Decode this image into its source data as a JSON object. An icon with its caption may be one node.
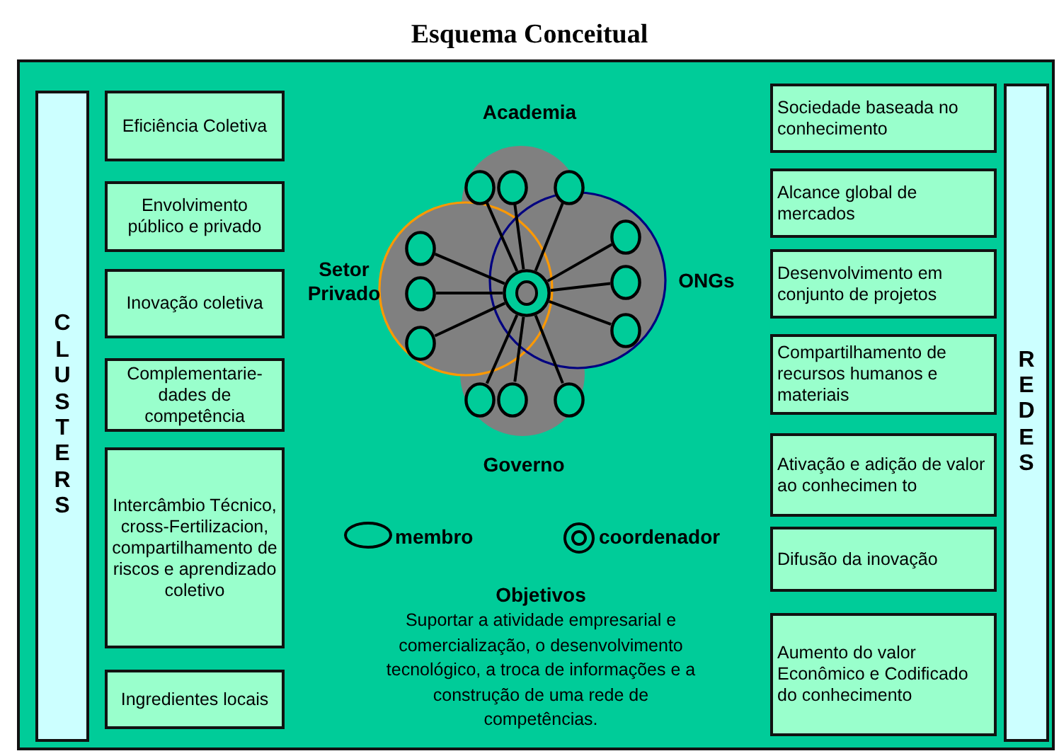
{
  "diagram": {
    "title": "Esquema Conceitual",
    "nodes": [
      {
        "text": [],
        "shape": "box"
      },
      {
        "text": [
          "CLUSTERS"
        ],
        "in": 0
      },
      {
        "text": [
          "Eficiência Coletiva"
        ],
        "in": 0
      },
      {
        "text": [
          "Envolvimento público e privado"
        ],
        "in": 0
      },
      {
        "text": [
          "Inovação coletiva"
        ],
        "in": 0
      },
      {
        "text": [
          "Complementarie-dades de competência"
        ],
        "in": 0
      },
      {
        "text": [
          "Intercâmbio Técnico, cross-Fertilizacion, compartilhamento de riscos e aprendizado coletivo"
        ],
        "in": 0
      },
      {
        "text": [
          "Ingredientes locais"
        ],
        "in": 0
      },
      {
        "text": [],
        "shape": "circle",
        "in": 0
      },
      {
        "text": [],
        "shape": "ellipse",
        "in": 0
      },
      {
        "text": [],
        "shape": "ellipse",
        "in": 0
      },
      {
        "text": [],
        "shape": "ellipse",
        "in": 0
      },
      {
        "text": [],
        "shape": "ellipse",
        "in": 0
      },
      {
        "text": [],
        "shape": "ellipse",
        "in": 0
      },
      {
        "text": [],
        "shape": "ellipse",
        "in": 0
      },
      {
        "text": [],
        "shape": "ellipse",
        "in": 0
      },
      {
        "text": [],
        "shape": "ellipse",
        "in": 0
      },
      {
        "text": [],
        "shape": "ellipse",
        "in": 0
      },
      {
        "text": [],
        "shape": "ellipse",
        "in": 0
      },
      {
        "text": [],
        "shape": "ellipse",
        "in": 0
      },
      {
        "text": [],
        "shape": "ellipse",
        "in": 0
      },
      {
        "text": [
          "Sociedade baseada no conhecimento"
        ],
        "in": 0
      },
      {
        "text": [
          "Alcance global de mercados"
        ],
        "in": 0
      },
      {
        "text": [
          "Desenvolvimento em conjunto de projetos"
        ],
        "in": 0
      },
      {
        "text": [
          "Compartilhamento de recursos humanos e materiais"
        ],
        "in": 0
      },
      {
        "text": [
          "Ativação e adição de valor ao conhecimen to"
        ],
        "in": 0
      },
      {
        "text": [
          "Difusão da inovação"
        ],
        "in": 0
      },
      {
        "text": [
          "Aumento do valor Econômico e Codificado do conhecimento"
        ],
        "in": 0
      },
      {
        "text": [
          "REDES"
        ],
        "in": 0
      }
    ],
    "edges": [
      {
        "from": 8,
        "to": 9,
        "arrow": "none"
      },
      {
        "from": 8,
        "to": 10,
        "arrow": "none"
      },
      {
        "from": 8,
        "to": 11,
        "arrow": "none"
      },
      {
        "from": 8,
        "to": 12,
        "arrow": "none"
      },
      {
        "from": 8,
        "to": 13,
        "arrow": "none"
      },
      {
        "from": 8,
        "to": 14,
        "arrow": "none"
      },
      {
        "from": 8,
        "to": 15,
        "arrow": "none"
      },
      {
        "from": 8,
        "to": 16,
        "arrow": "none"
      },
      {
        "from": 8,
        "to": 17,
        "arrow": "none"
      },
      {
        "from": 8,
        "to": 18,
        "arrow": "none"
      },
      {
        "from": 8,
        "to": 19,
        "arrow": "none"
      },
      {
        "from": 8,
        "to": 20,
        "arrow": "none"
      }
    ],
    "labels": [
      "Academia",
      "Setor Privado",
      "ONGs",
      "Governo",
      "Objetivos",
      "Suportar a atividade empresarial e comercialização, o desenvolvimento tecnológico, a troca de informações e a construção de uma rede de competências."
    ],
    "legend": [
      {
        "text": "membro"
      },
      {
        "text": "coordenador"
      }
    ]
  }
}
